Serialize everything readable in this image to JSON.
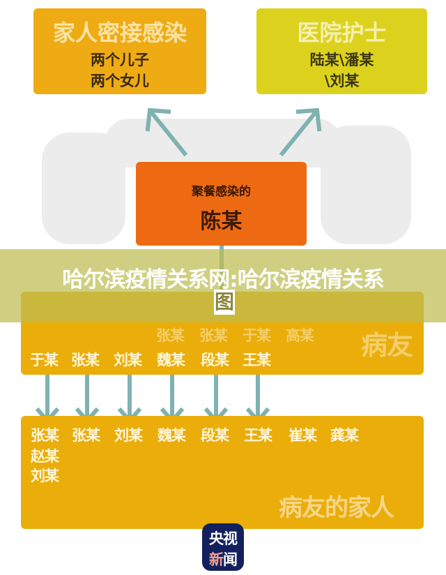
{
  "family_box": {
    "title": "家人密接感染",
    "lines": [
      "两个儿子",
      "两个女儿"
    ]
  },
  "nurse_box": {
    "title": "医院护士",
    "lines": [
      "陆某\\潘某",
      "\\刘某"
    ]
  },
  "source_box": {
    "subtitle": "聚餐感染的",
    "name": "陈某"
  },
  "patients_box": {
    "label": "病友",
    "top_row": [
      "张某",
      "张某",
      "于某",
      "高某"
    ],
    "bottom_row": [
      "于某",
      "张某",
      "刘某",
      "魏某",
      "段某",
      "王某"
    ]
  },
  "families_box": {
    "label": "病友的家人",
    "row": [
      "张某",
      "张某",
      "刘某",
      "魏某",
      "段某",
      "王某",
      "崔某",
      "龚某"
    ],
    "extra": [
      "赵某",
      "刘某"
    ]
  },
  "banner": {
    "title_line1": "哈尔滨疫情关系网:哈尔滨疫情关系",
    "title_line2": "图"
  },
  "logo": {
    "line1": "央视",
    "line2_a": "新",
    "line2_b": "闻"
  },
  "colors": {
    "orange_yellow": "#eeab14",
    "yellow_green": "#dcd21e",
    "orange": "#ee6a12",
    "teal": "#7fb2b0",
    "navy": "#13205e"
  }
}
